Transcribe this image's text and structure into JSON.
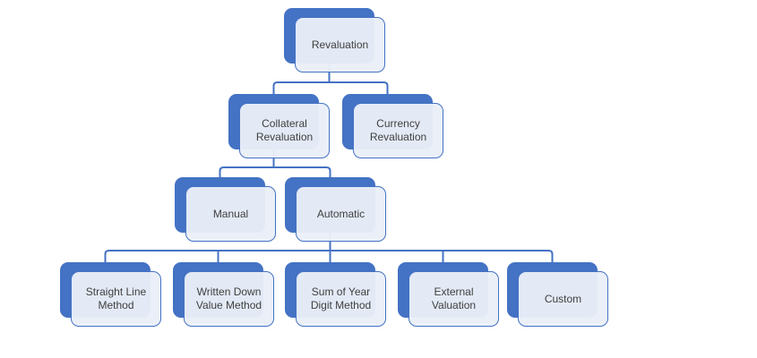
{
  "diagram": {
    "type": "hierarchy-smartart",
    "colors": {
      "accent": "#4472C4",
      "node_fill": "#EAEFF8",
      "node_border": "#4472C4",
      "connector": "#4472C4",
      "text": "#3F3F3F",
      "background": "#FFFFFF"
    },
    "nodes": {
      "revaluation": {
        "label": "Revaluation"
      },
      "collateral": {
        "label": "Collateral Revaluation"
      },
      "currency": {
        "label": "Currency Revaluation"
      },
      "manual": {
        "label": "Manual"
      },
      "automatic": {
        "label": "Automatic"
      },
      "straight_line": {
        "label": "Straight Line Method"
      },
      "written_down": {
        "label": "Written Down Value Method"
      },
      "sum_of_year": {
        "label": "Sum of Year Digit Method"
      },
      "external": {
        "label": "External Valuation"
      },
      "custom": {
        "label": "Custom"
      }
    },
    "hierarchy": {
      "label": "Revaluation",
      "children": [
        {
          "label": "Collateral Revaluation",
          "children": [
            {
              "label": "Manual",
              "children": []
            },
            {
              "label": "Automatic",
              "children": [
                {
                  "label": "Straight Line Method"
                },
                {
                  "label": "Written Down Value Method"
                },
                {
                  "label": "Sum of Year Digit Method"
                },
                {
                  "label": "External Valuation"
                },
                {
                  "label": "Custom"
                }
              ]
            }
          ]
        },
        {
          "label": "Currency Revaluation",
          "children": []
        }
      ]
    }
  }
}
